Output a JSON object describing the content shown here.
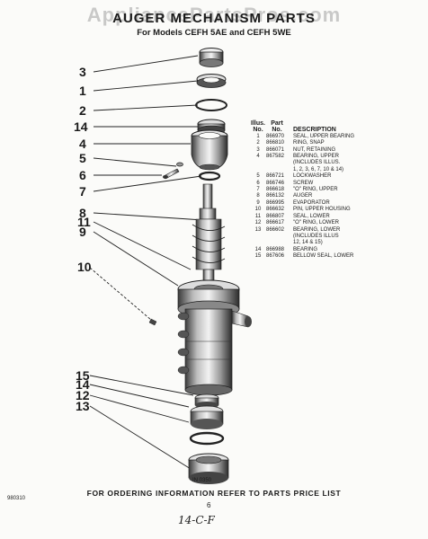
{
  "header": {
    "watermark": "AppliancePartsPros.com",
    "title": "AUGER MECHANISM PARTS",
    "subtitle": "For Models CEFH 5AE and CEFH 5WE"
  },
  "callouts": [
    "3",
    "1",
    "2",
    "14",
    "4",
    "5",
    "6",
    "7",
    "8",
    "11",
    "9",
    "10",
    "15",
    "14",
    "12",
    "13"
  ],
  "table": {
    "head_row1": {
      "illus": "Illus.",
      "part": "Part"
    },
    "head_row2": {
      "no": "No.",
      "partno": "No.",
      "description": "DESCRIPTION"
    },
    "rows": [
      {
        "no": "1",
        "part": "866970",
        "desc": "SEAL, UPPER BEARING"
      },
      {
        "no": "2",
        "part": "866810",
        "desc": "RING, SNAP"
      },
      {
        "no": "3",
        "part": "866071",
        "desc": "NUT, RETAINING"
      },
      {
        "no": "4",
        "part": "867582",
        "desc": "BEARING, UPPER"
      },
      {
        "no": "",
        "part": "",
        "desc": "(INCLUDES ILLUS."
      },
      {
        "no": "",
        "part": "",
        "desc": "1, 2, 3, 6, 7, 10 & 14)"
      },
      {
        "no": "5",
        "part": "866721",
        "desc": "LOCKWASHER"
      },
      {
        "no": "6",
        "part": "866746",
        "desc": "SCREW"
      },
      {
        "no": "7",
        "part": "866618",
        "desc": "\"O\" RING, UPPER"
      },
      {
        "no": "8",
        "part": "866132",
        "desc": "AUGER"
      },
      {
        "no": "9",
        "part": "866995",
        "desc": "EVAPORATOR"
      },
      {
        "no": "10",
        "part": "866632",
        "desc": "PIN, UPPER HOUSING"
      },
      {
        "no": "11",
        "part": "866807",
        "desc": "SEAL, LOWER"
      },
      {
        "no": "12",
        "part": "866617",
        "desc": "\"O\" RING, LOWER"
      },
      {
        "no": "13",
        "part": "866602",
        "desc": "BEARING, LOWER"
      },
      {
        "no": "",
        "part": "",
        "desc": "(INCLUDES ILLUS"
      },
      {
        "no": "",
        "part": "",
        "desc": "12, 14 & 15)"
      },
      {
        "no": "14",
        "part": "866988",
        "desc": "BEARING"
      },
      {
        "no": "15",
        "part": "867606",
        "desc": "BELLOW SEAL, LOWER"
      }
    ]
  },
  "figure_no": "IN 0350",
  "footer": "FOR ORDERING INFORMATION REFER TO PARTS PRICE LIST",
  "doc_no": "980310",
  "page_no": "6",
  "signature": "14-C-F"
}
